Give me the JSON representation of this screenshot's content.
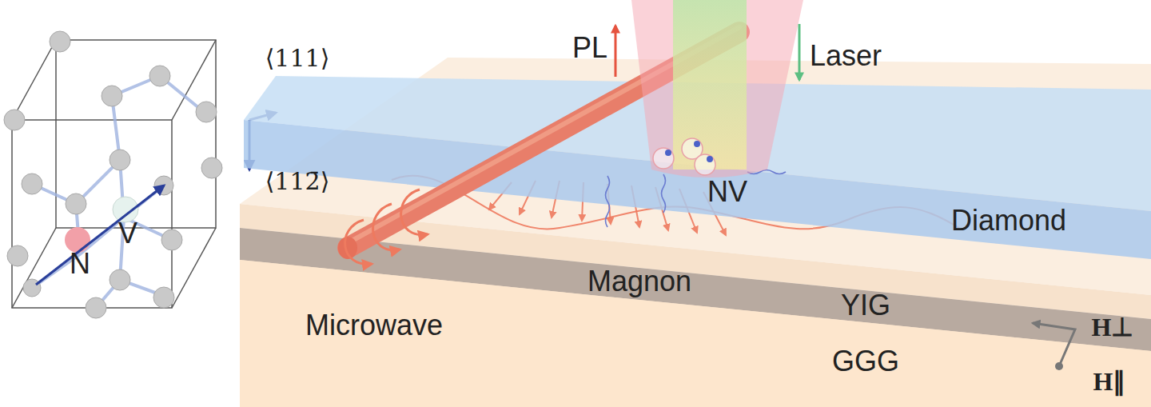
{
  "diagram": {
    "labels": [
      "N",
      "V",
      "⟨111⟩",
      "⟨112̄⟩",
      "PL",
      "Laser",
      "NV",
      "Diamond",
      "Microwave",
      "Magnon",
      "YIG",
      "GGG",
      "H⊥",
      "H∥"
    ]
  }
}
